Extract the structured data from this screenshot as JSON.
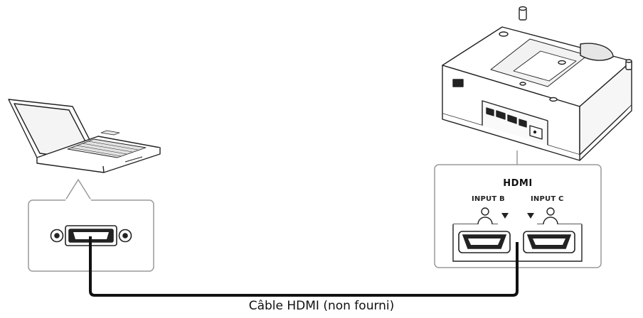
{
  "diagram": {
    "hdmi_logo": "HDMI",
    "port_b_label": "INPUT B",
    "port_c_label": "INPUT C",
    "cable_caption": "Câble HDMI (non fourni)"
  },
  "icons": {
    "laptop": "laptop-icon",
    "projector": "projector-icon",
    "laptop_port": "hdmi-port-icon",
    "projector_port_b": "hdmi-port-icon",
    "projector_port_c": "hdmi-port-icon"
  },
  "colors": {
    "line": "#222222",
    "callout_border": "#9a9a9a",
    "cable": "#111111"
  }
}
